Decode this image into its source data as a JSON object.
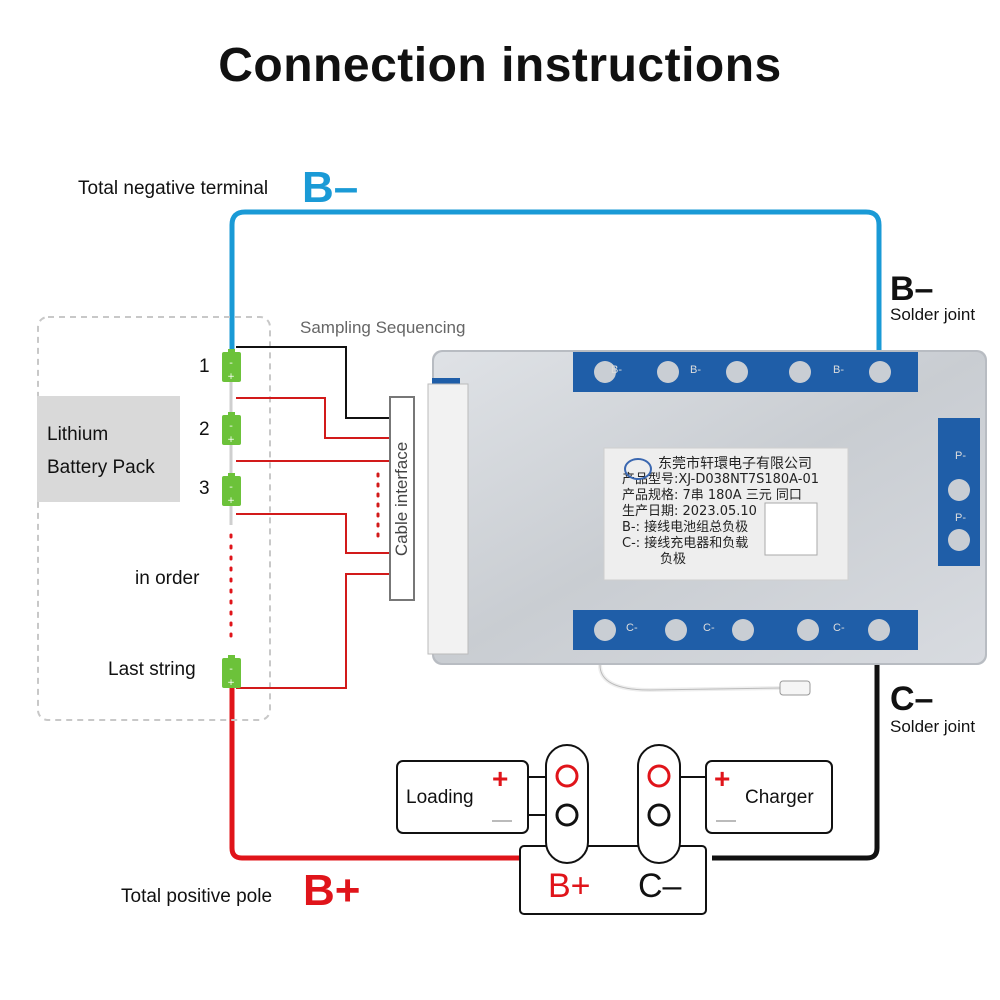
{
  "title": "Connection instructions",
  "top_label": "Total negative terminal",
  "top_label_big": "B–",
  "right_bminus": "B–",
  "right_bminus_sub": "Solder joint",
  "right_cminus": "C–",
  "right_cminus_sub": "Solder joint",
  "sampling": "Sampling Sequencing",
  "cable_interface": "Cable interface",
  "pack_line1": "Lithium",
  "pack_line2": "Battery Pack",
  "cells": [
    "1",
    "2",
    "3"
  ],
  "in_order": "in order",
  "last_string": "Last string",
  "bottom_label": "Total positive pole",
  "bottom_label_big": "B+",
  "loading": "Loading",
  "charger": "Charger",
  "plus": "+",
  "terminal_bplus": "B+",
  "terminal_cminus": "C–",
  "board": {
    "company": "东莞市轩環电子有限公司",
    "model": "产品型号:XJ-D038NT7S180A-01",
    "spec": "产品规格: 7串 180A 三元 同口",
    "date": "生产日期: 2023.05.10",
    "bminus": "B-: 接线电池组总负极",
    "cminus1": "C-: 接线充电器和负载",
    "cminus2": "负极",
    "pad_top": "B-",
    "pad_bottom": "C-",
    "pad_side": "P-"
  },
  "colors": {
    "blue": "#1a9ad6",
    "red": "#e0141a",
    "black": "#111111",
    "cell_green": "#6cc23a"
  }
}
